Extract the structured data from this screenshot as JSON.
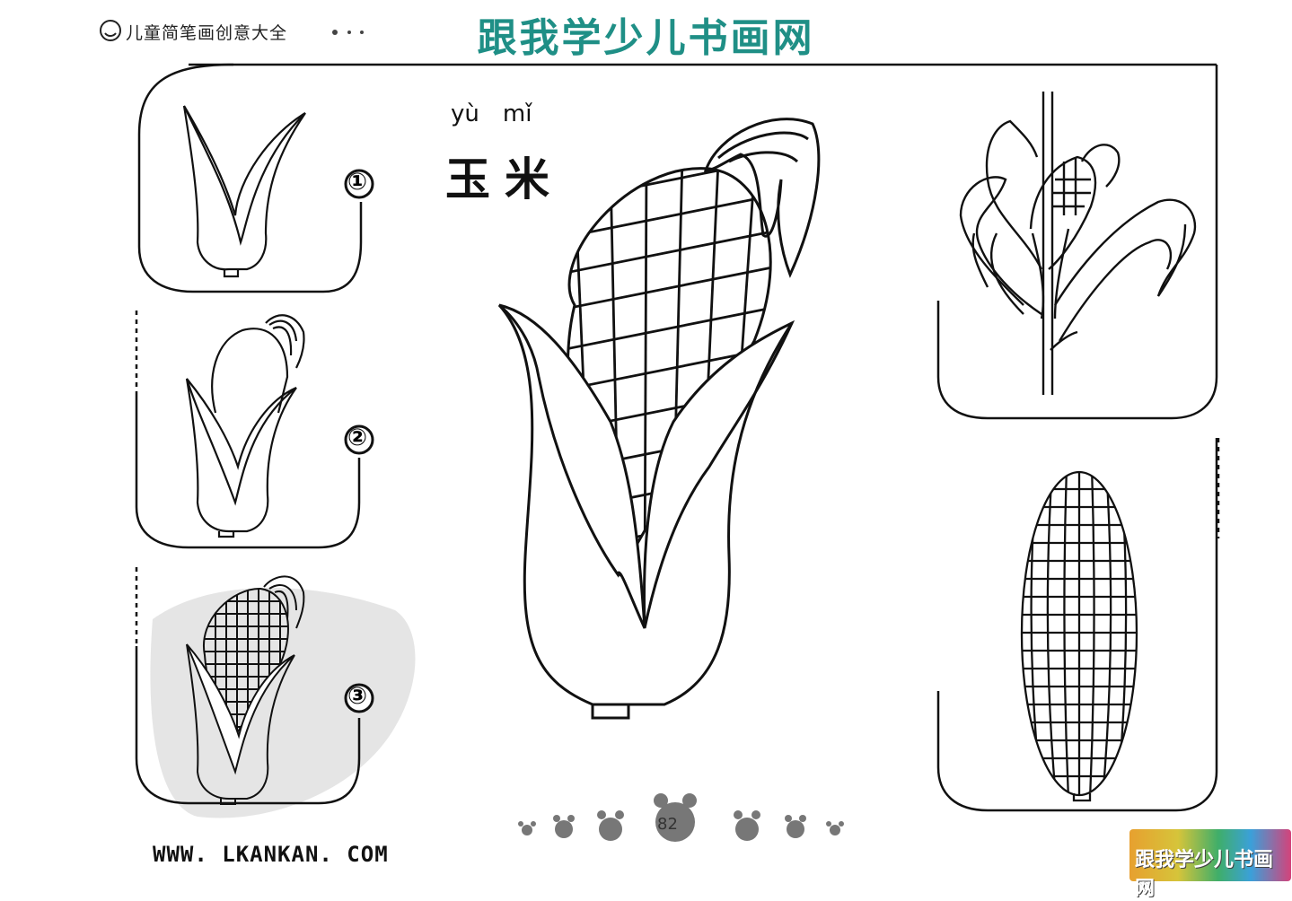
{
  "header": {
    "series_label": "儿童简笔画创意大全",
    "site_title": "跟我学少儿书画网"
  },
  "subject": {
    "pinyin": [
      "yù",
      "mǐ"
    ],
    "hanzi": "玉米"
  },
  "steps": [
    {
      "number": "①"
    },
    {
      "number": "②"
    },
    {
      "number": "③"
    }
  ],
  "footer": {
    "page_number": "82",
    "url": "WWW. LKANKAN. COM",
    "badge": "跟我学少儿书画网"
  },
  "colors": {
    "title": "#1f8f86",
    "line": "#111111",
    "watermark": "#cfcfcf"
  }
}
